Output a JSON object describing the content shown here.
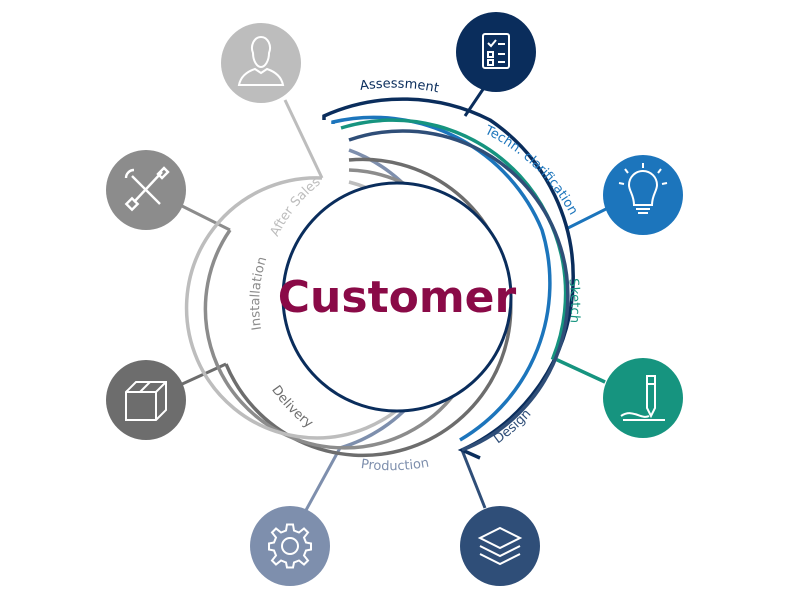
{
  "center": {
    "label": "Customer",
    "color": "#8a0a47"
  },
  "stages": [
    {
      "key": "assessment",
      "label": "Assessment",
      "color": "#0a2d5c",
      "icon": "checklist-icon"
    },
    {
      "key": "techclar",
      "label": "Techn. clarification",
      "color": "#1c75bc",
      "icon": "lightbulb-icon"
    },
    {
      "key": "sketch",
      "label": "Sketch",
      "color": "#16947f",
      "icon": "pencil-icon"
    },
    {
      "key": "design",
      "label": "Design",
      "color": "#2f4e78",
      "icon": "layers-icon"
    },
    {
      "key": "production",
      "label": "Production",
      "color": "#7e8fad",
      "icon": "gear-icon"
    },
    {
      "key": "delivery",
      "label": "Delivery",
      "color": "#6d6d6d",
      "icon": "box-icon"
    },
    {
      "key": "installation",
      "label": "Installation",
      "color": "#8c8c8c",
      "icon": "tools-icon"
    },
    {
      "key": "aftersales",
      "label": "After Sales",
      "color": "#bdbdbd",
      "icon": "person-icon"
    }
  ]
}
